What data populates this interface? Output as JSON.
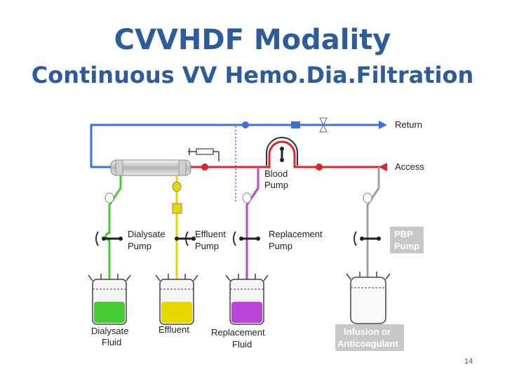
{
  "slide": {
    "title": "CVVHDF Modality",
    "subtitle": "Continuous VV Hemo.Dia.Filtration",
    "page_number": "14"
  },
  "diagram": {
    "labels": {
      "return": "Return",
      "access": "Access",
      "blood_pump": [
        "Blood",
        "Pump"
      ],
      "dialysate_pump": [
        "Dialysate",
        "Pump"
      ],
      "effluent_pump": [
        "Effluent",
        "Pump"
      ],
      "replacement_pump": [
        "Replacement",
        "Pump"
      ],
      "pbp_pump": [
        "PBP",
        "Pump"
      ],
      "dialysate_fluid": [
        "Dialysate",
        "Fluid"
      ],
      "effluent": "Effluent",
      "replacement_fluid": [
        "Replacement",
        "Fluid"
      ],
      "infusion": [
        "Infusion or",
        "Anticoagulant"
      ]
    },
    "colors": {
      "return_line": "#3D6FE0",
      "access_line": "#E0202A",
      "dialysate": "#44CC33",
      "effluent": "#E6D700",
      "replacement": "#BB44DD",
      "pbp": "#A0A0A0",
      "title": "#2E5C9A"
    }
  }
}
